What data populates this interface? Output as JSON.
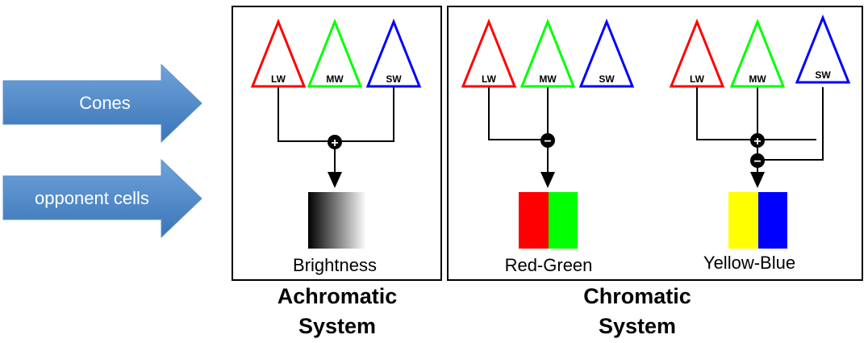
{
  "arrows": {
    "cones": "Cones",
    "opponent_cells": "opponent cells",
    "fill": "#4a86c6"
  },
  "cones": {
    "lw": "LW",
    "mw": "MW",
    "sw": "SW"
  },
  "colors": {
    "lw": "#ff0000",
    "mw": "#00ff00",
    "sw": "#0000ff",
    "yellow": "#ffff00"
  },
  "signs": {
    "plus": "+",
    "minus": "−"
  },
  "outputs": {
    "brightness": "Brightness",
    "red_green": "Red-Green",
    "yellow_blue": "Yellow-Blue"
  },
  "systems": {
    "achromatic": [
      "Achromatic",
      "System"
    ],
    "chromatic": [
      "Chromatic",
      "System"
    ]
  }
}
